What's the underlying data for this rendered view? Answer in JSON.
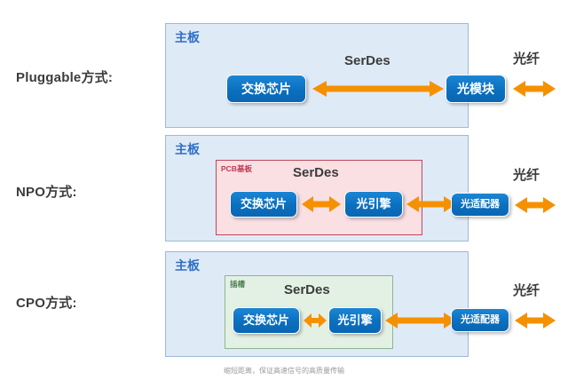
{
  "figure": {
    "caption": "缩短距离，保证高速信号的高质量传输",
    "colors": {
      "board_fill": "#dfeaf7",
      "board_border": "#9fb9d8",
      "board_title": "#2f6fc4",
      "pcb_fill": "#fadfe3",
      "pcb_border": "#c0465e",
      "pcb_title": "#c23a52",
      "slot_fill": "#e3f0e4",
      "slot_border": "#8db68f",
      "slot_title": "#4f7f52",
      "chip_blue": "#0b6fbf",
      "arrow_orange": "#f59100",
      "text_dark": "#3c3c3c"
    }
  },
  "rows": [
    {
      "id": "pluggable",
      "label": "Pluggable方式:",
      "board_title": "主板",
      "serdes_label": "SerDes",
      "fiber_label": "光纤",
      "inner_box": null,
      "chips": [
        {
          "name": "switch-chip",
          "label": "交换芯片"
        },
        {
          "name": "optical-module",
          "label": "光模块"
        }
      ]
    },
    {
      "id": "npo",
      "label": "NPO方式:",
      "board_title": "主板",
      "serdes_label": "SerDes",
      "fiber_label": "光纤",
      "inner_box": {
        "name": "pcb-substrate",
        "label": "PCB基板",
        "style": "pcb"
      },
      "chips": [
        {
          "name": "switch-chip",
          "label": "交换芯片"
        },
        {
          "name": "optical-engine",
          "label": "光引擎"
        },
        {
          "name": "optical-adapter",
          "label": "光适配器"
        }
      ]
    },
    {
      "id": "cpo",
      "label": "CPO方式:",
      "board_title": "主板",
      "serdes_label": "SerDes",
      "fiber_label": "光纤",
      "inner_box": {
        "name": "slot",
        "label": "插槽",
        "style": "slot"
      },
      "chips": [
        {
          "name": "switch-chip",
          "label": "交换芯片"
        },
        {
          "name": "optical-engine",
          "label": "光引擎"
        },
        {
          "name": "optical-adapter",
          "label": "光适配器"
        }
      ]
    }
  ]
}
